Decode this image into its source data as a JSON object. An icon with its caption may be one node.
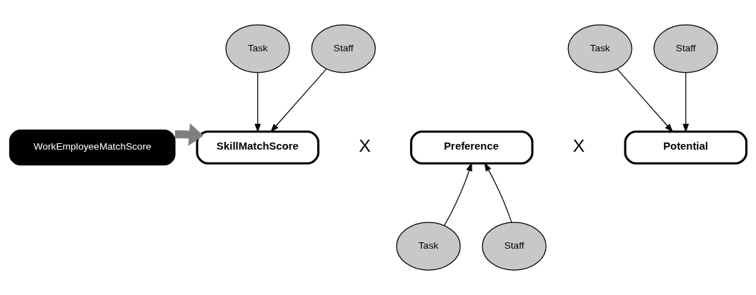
{
  "diagram": {
    "nodes": [
      {
        "text": [
          "Task"
        ]
      },
      {
        "text": [
          "Staff"
        ]
      },
      {
        "text": [
          "Task"
        ]
      },
      {
        "text": [
          "Staff"
        ]
      },
      {
        "text": [
          "WorkEmployeeMatchScore"
        ]
      },
      {
        "text": [
          "SkillMatchScore"
        ]
      },
      {
        "text": [
          "Preference"
        ]
      },
      {
        "text": [
          "Potential"
        ]
      },
      {
        "text": [
          "Task"
        ]
      },
      {
        "text": [
          "Staff"
        ]
      }
    ],
    "edges": [
      {
        "from": 0,
        "to": 5,
        "arrow": "to"
      },
      {
        "from": 1,
        "to": 5,
        "arrow": "to"
      },
      {
        "from": 2,
        "to": 7,
        "arrow": "to"
      },
      {
        "from": 3,
        "to": 7,
        "arrow": "to"
      },
      {
        "from": 4,
        "to": 5,
        "arrow": "to",
        "style": "thick",
        "color": "#7f7f7f"
      },
      {
        "from": 8,
        "to": 6,
        "arrow": "to"
      },
      {
        "from": 9,
        "to": 6,
        "arrow": "to"
      }
    ],
    "labels": [
      "X",
      "X"
    ]
  }
}
